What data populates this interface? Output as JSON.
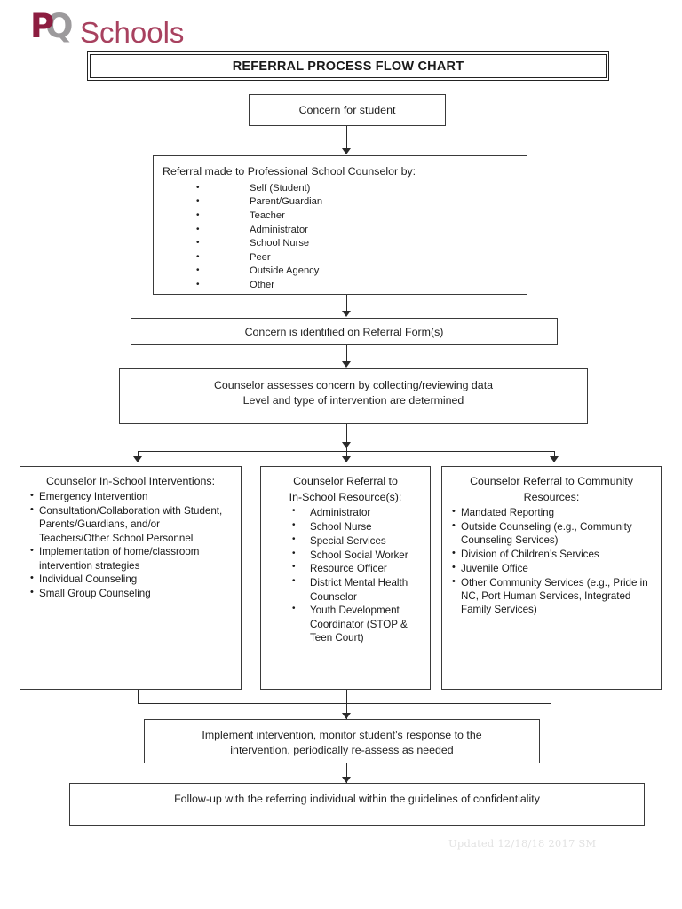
{
  "logo": {
    "mark_p": "P",
    "mark_q": "Q",
    "word": "Schools"
  },
  "title": "REFERRAL PROCESS FLOW CHART",
  "flow": {
    "concern_for_student": "Concern for student",
    "referral_made": {
      "heading": "Referral made to Professional School Counselor by:",
      "items": [
        "Self (Student)",
        "Parent/Guardian",
        "Teacher",
        "Administrator",
        "School Nurse",
        "Peer",
        "Outside Agency",
        "Other"
      ]
    },
    "concern_identified": "Concern is identified on Referral Form(s)",
    "counselor_assesses": {
      "line1": "Counselor assesses concern by collecting/reviewing data",
      "line2": "Level and type of intervention are determined"
    },
    "columns": [
      {
        "title": "Counselor In-School Interventions:",
        "title_line2": "",
        "items": [
          "Emergency Intervention",
          "Consultation/Collaboration with Student, Parents/Guardians, and/or Teachers/Other School Personnel",
          "Implementation of home/classroom intervention strategies",
          "Individual Counseling",
          "Small Group Counseling"
        ]
      },
      {
        "title": "Counselor Referral to",
        "title_line2": "In-School Resource(s):",
        "items": [
          "Administrator",
          "School Nurse",
          "Special Services",
          "School Social Worker",
          "Resource Officer",
          "District Mental Health Counselor",
          "Youth Development Coordinator (STOP & Teen Court)"
        ]
      },
      {
        "title": "Counselor Referral to Community",
        "title_line2": "Resources:",
        "items": [
          "Mandated Reporting",
          "Outside Counseling (e.g., Community Counseling Services)",
          "Division of Children’s Services",
          "Juvenile Office",
          "Other Community Services (e.g., Pride in NC, Port Human Services, Integrated Family Services)"
        ]
      }
    ],
    "implement_intervention": {
      "line1": "Implement intervention, monitor student’s response to the",
      "line2": "intervention, periodically re-assess as needed"
    },
    "follow_up": "Follow-up with the referring individual within the guidelines of confidentiality"
  },
  "footer": "Updated 12/18/18 2017 SM",
  "colors": {
    "logo_dark": "#8c1d40",
    "logo_gray": "#9c9a9c",
    "logo_word": "#a8415f",
    "line": "#2a2a2a",
    "footer_text": "#e2e2e2"
  }
}
